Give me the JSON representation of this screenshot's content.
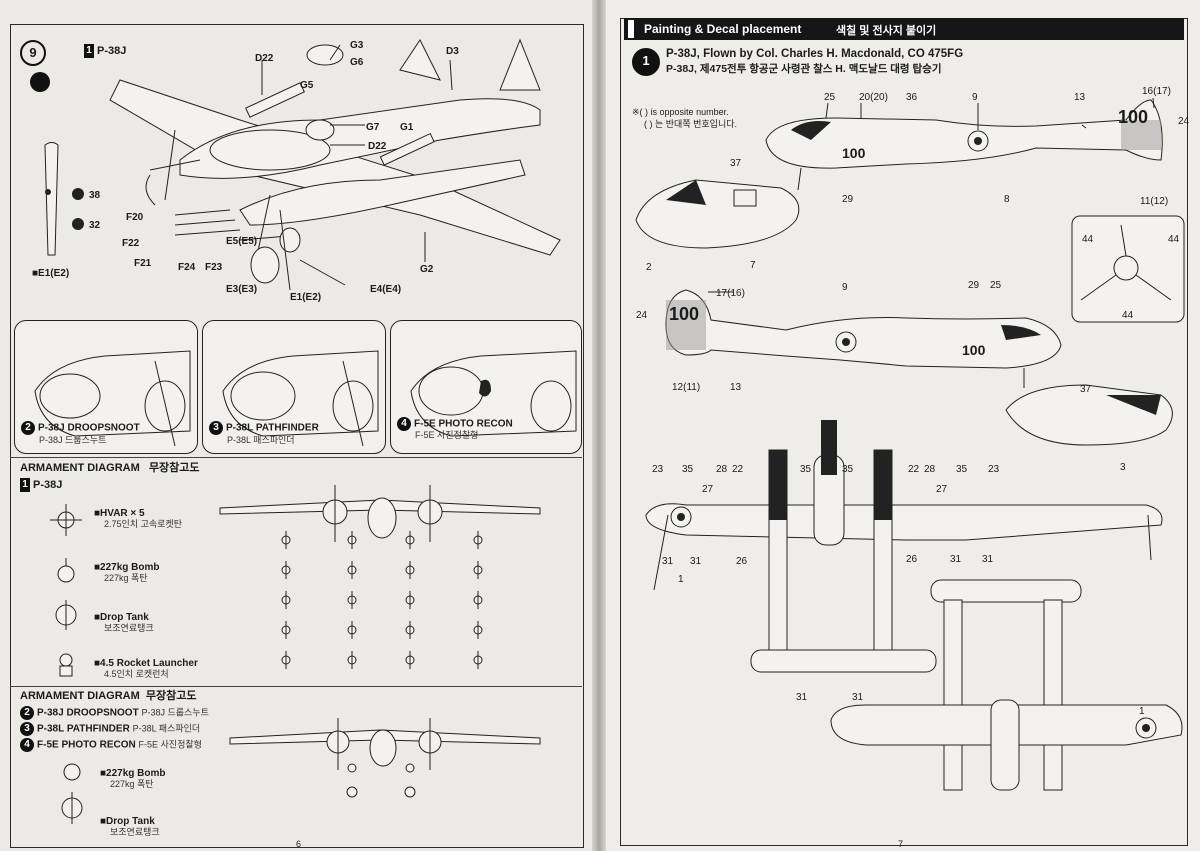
{
  "left_page": {
    "step_number": "9",
    "variant_label": "P-38J",
    "part_labels": [
      "D22",
      "G3",
      "G6",
      "D3",
      "G5",
      "G7",
      "G1",
      "D22",
      "38",
      "32",
      "E1(E2)",
      "F20",
      "F22",
      "F21",
      "F24",
      "F23",
      "E5(E5)",
      "E3(E3)",
      "E1(E2)",
      "E4(E4)",
      "G2"
    ],
    "variants": [
      {
        "num": "2",
        "name": "P-38J DROOPSNOOT",
        "sub": "P-38J 드룹스누트"
      },
      {
        "num": "3",
        "name": "P-38L PATHFINDER",
        "sub": "P-38L 패스파인더"
      },
      {
        "num": "4",
        "name": "F-5E PHOTO RECON",
        "sub": "F-5E 사진정찰형"
      }
    ],
    "armament1": {
      "title": "ARMAMENT DIAGRAM",
      "title_kr": "무장참고도",
      "variant": "P-38J",
      "items": [
        {
          "name": "HVAR × 5",
          "sub": "2.75인치 고속로켓탄"
        },
        {
          "name": "227kg Bomb",
          "sub": "227kg 폭탄"
        },
        {
          "name": "Drop Tank",
          "sub": "보조연료탱크"
        },
        {
          "name": "4.5 Rocket Launcher",
          "sub": "4.5인치 로켓런처"
        }
      ]
    },
    "armament2": {
      "title": "ARMAMENT DIAGRAM",
      "title_kr": "무장참고도",
      "variants": [
        {
          "num": "2",
          "name": "P-38J DROOPSNOOT",
          "sub": "P-38J 드룹스누트"
        },
        {
          "num": "3",
          "name": "P-38L PATHFINDER",
          "sub": "P-38L 패스파인더"
        },
        {
          "num": "4",
          "name": "F-5E PHOTO RECON",
          "sub": "F-5E 사진정찰형"
        }
      ],
      "items": [
        {
          "name": "227kg Bomb",
          "sub": "227kg 폭탄"
        },
        {
          "name": "Drop Tank",
          "sub": "보조연료탱크"
        }
      ]
    },
    "page_number": "6"
  },
  "right_page": {
    "section_title": "Painting & Decal placement",
    "section_title_kr": "색칠 및 전사지 붙이기",
    "scheme_num": "1",
    "scheme_title": "P-38J, Flown by Col. Charles H. Macdonald, CO 475FG",
    "scheme_title_kr": "P-38J, 제475전투 항공군 사령관 찰스 H. 맥도날드 대령 탑승기",
    "note": "※( ) is opposite number.",
    "note_kr": "( ) 는 반대쪽 번호입니다.",
    "side_numbers": "100",
    "decal_labels_top": [
      "25",
      "20(20)",
      "36",
      "9",
      "13",
      "16(17)",
      "24",
      "11(12)",
      "29",
      "8",
      "37",
      "2",
      "7"
    ],
    "decal_labels_bottom": [
      "17(16)",
      "24",
      "9",
      "29",
      "25",
      "12(11)",
      "13",
      "37",
      "3"
    ],
    "decal_labels_plan": [
      "23",
      "35",
      "28",
      "22",
      "35",
      "35",
      "22",
      "28",
      "35",
      "23",
      "27",
      "27",
      "31",
      "31",
      "1",
      "26",
      "26",
      "31",
      "31",
      "31",
      "31",
      "1",
      "44",
      "44",
      "44"
    ],
    "page_number": "7"
  },
  "colors": {
    "paper": "#eceae5",
    "ink": "#1b1b1b",
    "header": "#151515"
  }
}
